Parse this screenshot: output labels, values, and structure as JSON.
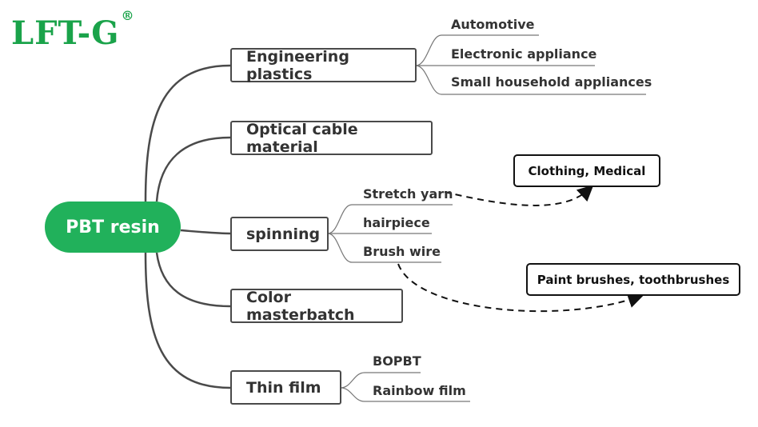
{
  "logo": {
    "text": "LFT-G",
    "mark": "®"
  },
  "root": {
    "label": "PBT resin"
  },
  "branches": [
    {
      "label": "Engineering plastics",
      "children": [
        "Automotive",
        "Electronic appliance",
        "Small household appliances"
      ]
    },
    {
      "label": "Optical cable material",
      "children": []
    },
    {
      "label": "spinning",
      "children": [
        "Stretch yarn",
        "hairpiece",
        "Brush wire"
      ]
    },
    {
      "label": "Color masterbatch",
      "children": []
    },
    {
      "label": "Thin film",
      "children": [
        "BOPBT",
        "Rainbow film"
      ]
    }
  ],
  "notes": [
    {
      "label": "Clothing, Medical",
      "from": "Stretch yarn"
    },
    {
      "label": "Paint brushes, toothbrushes",
      "from": "Brush wire"
    }
  ],
  "colors": {
    "root_fill": "#21b15b",
    "logo": "#1aa34a",
    "line": "#4a4a4a"
  }
}
